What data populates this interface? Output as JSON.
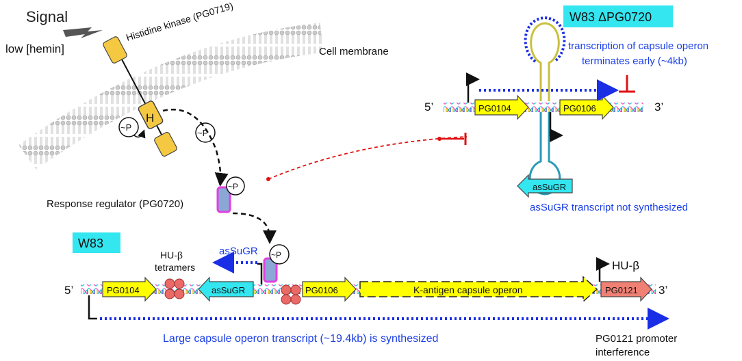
{
  "labels": {
    "signal": "Signal",
    "low_hemin": "low [hemin]",
    "histidine_kinase": "Histidine kinase (PG0719)",
    "cell_membrane": "Cell membrane",
    "h_domain": "H",
    "phospho": "~P",
    "response_regulator": "Response regulator (PG0720)",
    "w83": "W83",
    "w83_mutant": "W83 ΔPG0720",
    "terminates_line1": "transcription of capsule operon",
    "terminates_line2": "terminates early (~4kb)",
    "assugr_not_synth": "asSuGR transcript not synthesized",
    "assugr": "asSuGR",
    "hu_beta_line1": "HU-β",
    "hu_beta_line2": "tetramers",
    "hu_beta": "HU-β",
    "large_transcript": "Large capsule operon transcript (~19.4kb) is synthesized",
    "pg0121_line1": "PG0121 promoter",
    "pg0121_line2": "interference",
    "five_prime": "5’",
    "three_prime": "3’"
  },
  "genes": {
    "pg0104": "PG0104",
    "pg0106": "PG0106",
    "assugr": "asSuGR",
    "k_antigen": "K-antigen capsule operon",
    "pg0121": "PG0121"
  },
  "colors": {
    "cyan_box": "#33e6f0",
    "gene_yellow": "#ffff00",
    "kinase_gold": "#f5c842",
    "hu_red": "#e96a66",
    "pg0121_red": "#f08074",
    "blue_text": "#1a3ee6",
    "blue_dots": "#1a2ee6",
    "rr_pink": "#e040e0",
    "rr_fill": "#8aa7d6",
    "inhibit_red": "#e01010",
    "membrane_gray": "#b8b8b8"
  }
}
